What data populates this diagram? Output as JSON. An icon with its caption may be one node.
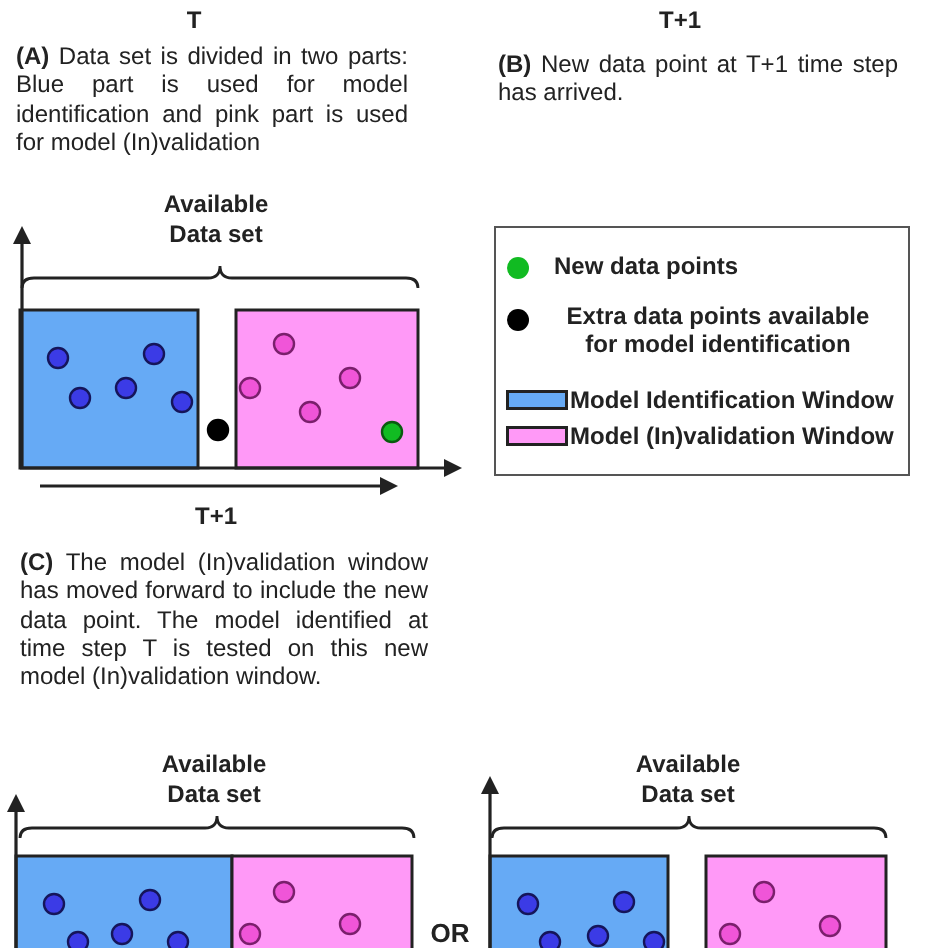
{
  "diagram": {
    "labels": [
      "T",
      "T+1",
      "**(A)** Data set is divided in two parts: Blue part is used for model identification and pink part is used for model (In)validation",
      "**(B)** New data point at T+1 time step has arrived.",
      "Available Data set",
      "T+1",
      "**(C)** The model (In)validation window has moved forward to include the new data point. The model identified at time step T is tested on this new model (In)validation window.",
      "Available Data set",
      "OR",
      "Available Data set"
    ],
    "legend": [
      {
        "text": "New data points",
        "color": "#11bb22"
      },
      {
        "text": "Extra data points available for model identification",
        "color": "#000000"
      },
      {
        "text": "Model Identification Window",
        "color": "#66aaf5"
      },
      {
        "text": "Model (In)validation Window",
        "color": "#ff99f7"
      }
    ]
  }
}
